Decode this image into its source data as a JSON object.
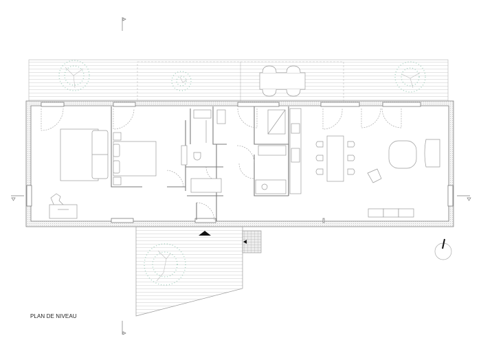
{
  "drawing": {
    "title": "PLAN DE NIVEAU",
    "type": "architectural-floor-plan",
    "colors": {
      "wall": "#7a7a7a",
      "line": "#9a9a9a",
      "light_line": "#c4c4c4",
      "deck": "#d8d8d8",
      "vegetation": "#5fb08f",
      "entry_arrow": "#111111"
    }
  },
  "markers": {
    "section_markers": [
      {
        "name": "section-top",
        "position": "top"
      },
      {
        "name": "section-bottom",
        "position": "bottom"
      },
      {
        "name": "section-left",
        "position": "left"
      },
      {
        "name": "section-right",
        "position": "right"
      }
    ],
    "north_arrow": {
      "present": true
    },
    "entrance_arrow": {
      "present": true
    }
  },
  "rooms": [
    {
      "id": "bedroom-1",
      "contents": [
        "double-bed",
        "armchair",
        "desk"
      ]
    },
    {
      "id": "bedroom-2",
      "contents": [
        "double-bed",
        "nightstands"
      ]
    },
    {
      "id": "wc",
      "contents": [
        "toilet",
        "washbasin"
      ]
    },
    {
      "id": "closets",
      "contents": [
        "wardrobe"
      ]
    },
    {
      "id": "bathroom",
      "contents": [
        "shower",
        "bathtub",
        "washbasin"
      ]
    },
    {
      "id": "kitchen",
      "contents": [
        "cooktop",
        "sink",
        "counter"
      ]
    },
    {
      "id": "living",
      "contents": [
        "dining-table",
        "six-chairs",
        "coffee-table",
        "armchairs",
        "bench"
      ]
    }
  ],
  "exterior": [
    {
      "id": "north-terrace",
      "contents": [
        "outdoor-table",
        "trees"
      ]
    },
    {
      "id": "entry-deck",
      "contents": [
        "tree",
        "steps"
      ]
    }
  ]
}
